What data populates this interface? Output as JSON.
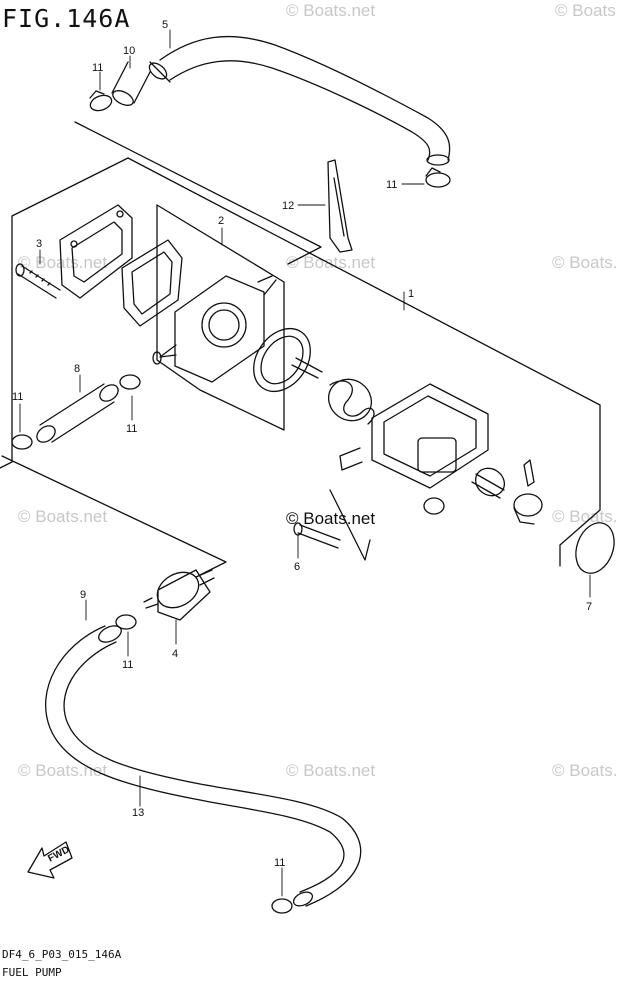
{
  "figure": {
    "title": "FIG.146A",
    "code": "DF4_6_P03_015_146A",
    "name": "FUEL PUMP"
  },
  "watermark": {
    "text": "© Boats.net",
    "main_text": "© Boats.net"
  },
  "callouts": [
    "1",
    "2",
    "3",
    "4",
    "5",
    "6",
    "7",
    "8",
    "9",
    "10",
    "11",
    "11",
    "11",
    "11",
    "11",
    "11",
    "12",
    "13"
  ],
  "direction_arrow": {
    "label": "FWD",
    "icon": "fwd-arrow-icon"
  },
  "colors": {
    "line": "#111111",
    "watermark": "#c8c8c8",
    "background": "#ffffff"
  }
}
